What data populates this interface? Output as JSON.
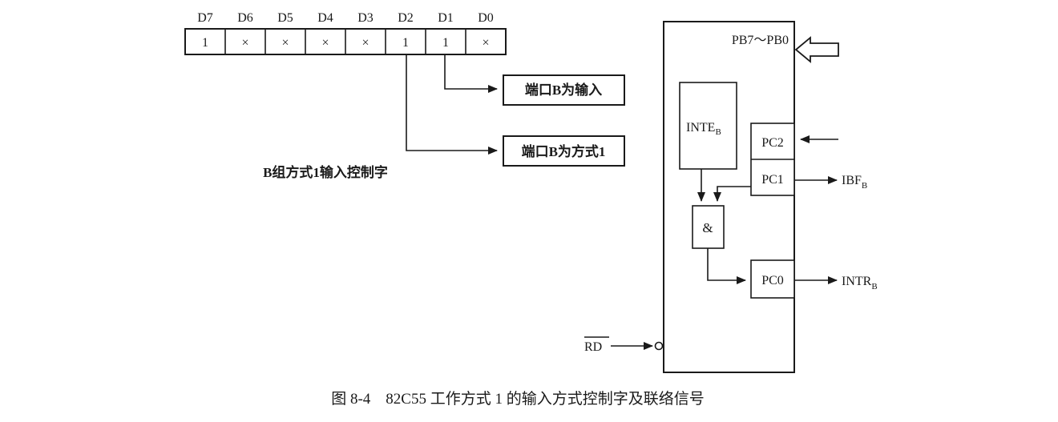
{
  "control_word": {
    "bit_headers": [
      "D7",
      "D6",
      "D5",
      "D4",
      "D3",
      "D2",
      "D1",
      "D0"
    ],
    "bit_values": [
      "1",
      "×",
      "×",
      "×",
      "×",
      "1",
      "1",
      "×"
    ],
    "label": "B组方式1输入控制字"
  },
  "callouts": {
    "d1": "端口B为输入",
    "d2": "端口B为方式1"
  },
  "chip": {
    "port_input": "PB7～PB0",
    "inte_main": "INTE",
    "inte_sub": "B",
    "and_gate": "&",
    "pc2": "PC2",
    "pc1": "PC1",
    "pc0": "PC0",
    "ibf_main": "IBF",
    "ibf_sub": "B",
    "intr_main": "INTR",
    "intr_sub": "B",
    "rd": "RD"
  },
  "caption": "图 8-4　82C55 工作方式 1 的输入方式控制字及联络信号"
}
